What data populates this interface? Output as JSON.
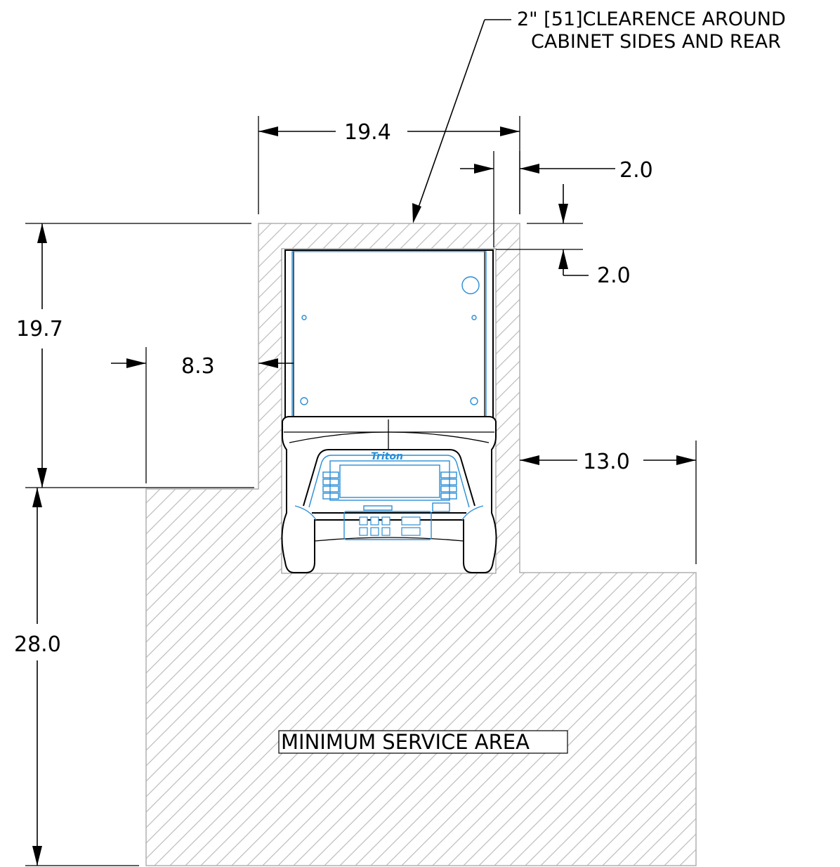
{
  "drawing": {
    "note_line1": "2\" [51]CLEARENCE AROUND",
    "note_line2": "CABINET SIDES AND REAR",
    "area_label": "MINIMUM SERVICE AREA",
    "brand_logo": "Triton",
    "dimensions": {
      "top_width": "19.4",
      "side_clearance": "2.0",
      "rear_clearance": "2.0",
      "cabinet_depth": "19.7",
      "left_offset": "8.3",
      "right_offset": "13.0",
      "front_depth": "28.0"
    }
  },
  "colors": {
    "line": "#000000",
    "unit_detail": "#2a8ed6",
    "hatch": "#bdbdbd"
  }
}
